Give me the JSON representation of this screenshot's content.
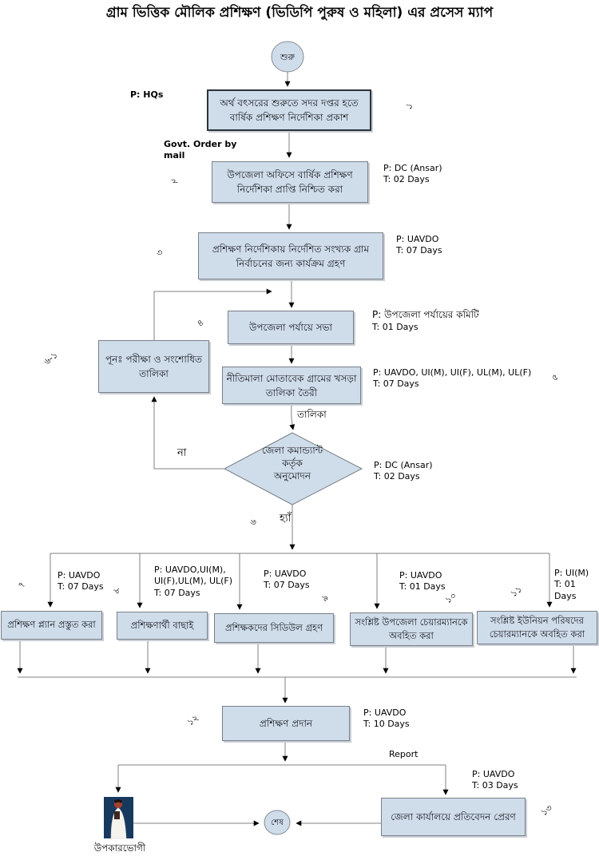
{
  "title": "গ্রাম ভিত্তিক মৌলিক প্রশিক্ষণ (ভিডিপি পুরুষ ও মহিলা) এর প্রসেস ম্যাপ",
  "colors": {
    "node_fill": "#cfdcea",
    "node_border": "#7a8088",
    "line": "#808080",
    "arrow": "#000000",
    "photo_bg": "#17395e"
  },
  "terminals": {
    "start": "শুরু",
    "end": "শেষ"
  },
  "nodes": {
    "n1": {
      "seq": "১",
      "text": "অর্থ বৎসরের শুরুতে সদর দপ্তর হতে বার্ষিক প্রশিক্ষণ নির্দেশিকা প্রকাশ",
      "p": "P: HQs"
    },
    "n2": {
      "seq": "২",
      "text": "উপজেলা অফিসে বার্ষিক প্রশিক্ষণ নির্দেশিকা প্রাপ্তি নিশ্চিত করা",
      "p": "P: DC (Ansar)",
      "t": "T: 02 Days"
    },
    "n3": {
      "seq": "৩",
      "text": "প্রশিক্ষণ নির্দেশিকায় নির্দেশিত সংখ্যক গ্রাম নির্বাচনের জন্য কার্যক্রম গ্রহণ",
      "p": "P: UAVDO",
      "t": "T: 07 Days"
    },
    "n4": {
      "seq": "৪",
      "text": "উপজেলা পর্যায়ে  সভা",
      "p": "P: উপজেলা পর্যায়ের কমিটি",
      "t": "T: 01 Days"
    },
    "n5": {
      "seq": "৫",
      "text": "নীতিমালা মোতাবেক গ্রামের খসড়া তালিকা তৈরী",
      "p": "P: UAVDO, UI(M), UI(F), UL(M), UL(F)",
      "t": "T: 07 Days"
    },
    "n6r": {
      "seq": "৬-১",
      "text": "পূনঃ পরীক্ষা ও সংশোধিত তালিকা"
    },
    "n7": {
      "seq": "৭",
      "text": "প্রশিক্ষণ প্ল্যান প্রস্তুত করা",
      "p": "P: UAVDO",
      "t": "T: 07 Days"
    },
    "n8": {
      "seq": "৮",
      "text": "প্রশিক্ষণার্থী বাছাই",
      "p": "P:  UAVDO,UI(M), UI(F),UL(M), UL(F)",
      "t": "T: 07 Days"
    },
    "n9": {
      "seq": "৯",
      "text": "প্রশিক্ষকদের সিডিউল গ্রহণ",
      "p": "P: UAVDO",
      "t": "T: 07 Days"
    },
    "n10": {
      "seq": "১০",
      "text": "সংশ্লিষ্ট উপজেলা চেয়ারম্যানকে অবহিত করা",
      "p": "P: UAVDO",
      "t": "T: 01 Days"
    },
    "n11": {
      "seq": "১১",
      "text": "সংশ্লিষ্ট ইউনিয়ন পরিষদের চেয়ারম্যানকে অবহিত করা",
      "p": "P: UI(M)",
      "t": "T: 01 Days"
    },
    "n12": {
      "seq": "১২",
      "text": "প্রশিক্ষণ প্রদান",
      "p": "P: UAVDO",
      "t": "T: 10 Days"
    },
    "n13": {
      "seq": "১৩",
      "text": "জেলা কার্যালয়ে প্রতিবেদন প্রেরণ",
      "p": "P: UAVDO",
      "t": "T: 03 Days"
    }
  },
  "decision": {
    "seq": "৬",
    "line1": "জেলা কমান্ড্যান্ট",
    "line2": "কর্তৃক",
    "line3": "অনুমোদন",
    "p": "P: DC (Ansar)",
    "t": "T: 02 Days"
  },
  "edges": {
    "govt_order": "Govt. Order by mail",
    "talika": "তালিকা",
    "no": "না",
    "yes": "হ্যাঁ",
    "report": "Report"
  },
  "beneficiary": {
    "label": "উপকারভোগী"
  }
}
